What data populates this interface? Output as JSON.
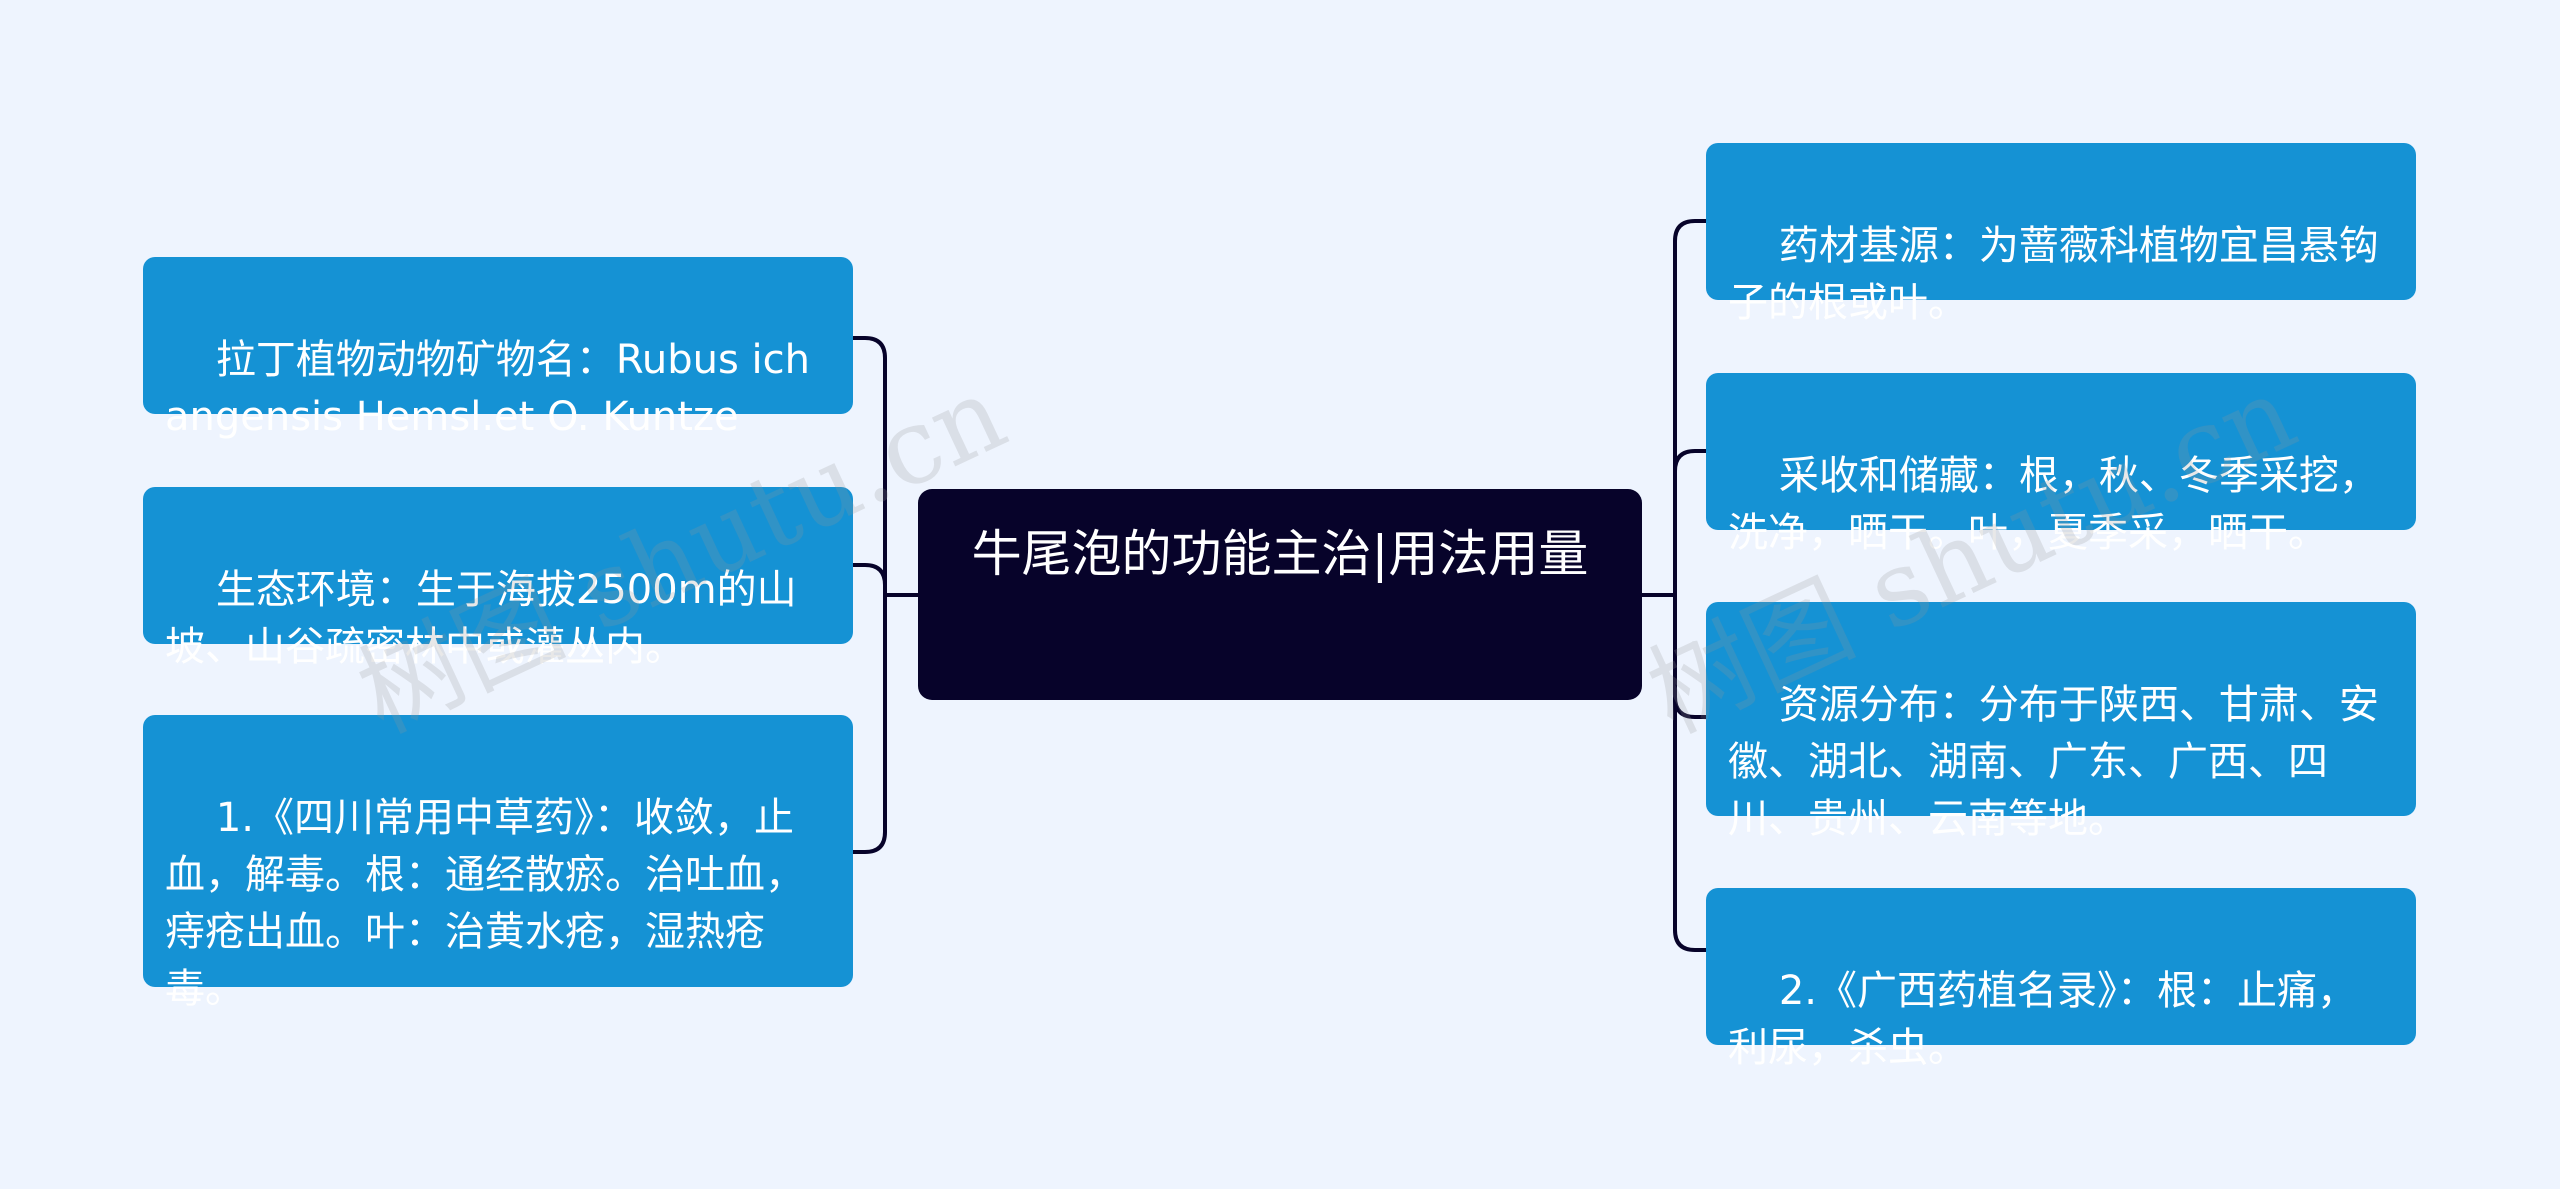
{
  "central": {
    "text": "牛尾泡的功能主治|用法用量"
  },
  "left_nodes": [
    {
      "text": "拉丁植物动物矿物名：Rubus ichangensis Hemsl.et O. Kuntze"
    },
    {
      "text": "生态环境：生于海拔2500m的山坡、山谷疏密林中或灌丛内。"
    },
    {
      "text": "1.《四川常用中草药》：收敛，止血，解毒。根：通经散瘀。治吐血，痔疮出血。叶：治黄水疮，湿热疮毒。"
    }
  ],
  "right_nodes": [
    {
      "text": "药材基源：为蔷薇科植物宜昌悬钩子的根或叶。"
    },
    {
      "text": "采收和储藏：根，秋、冬季采挖，洗净，晒干。叶，夏季采，晒干。"
    },
    {
      "text": "资源分布：分布于陕西、甘肃、安徽、湖北、湖南、广东、广西、四川、贵州、云南等地。"
    },
    {
      "text": "2.《广西药植名录》：根：止痛，利尿，杀虫。"
    }
  ],
  "watermarks": [
    "树图 shutu.cn",
    "树图 shutu.cn"
  ],
  "colors": {
    "background": "#eef4fe",
    "central_fill": "#07032a",
    "node_fill": "#1592d4",
    "connector": "#07032a"
  }
}
